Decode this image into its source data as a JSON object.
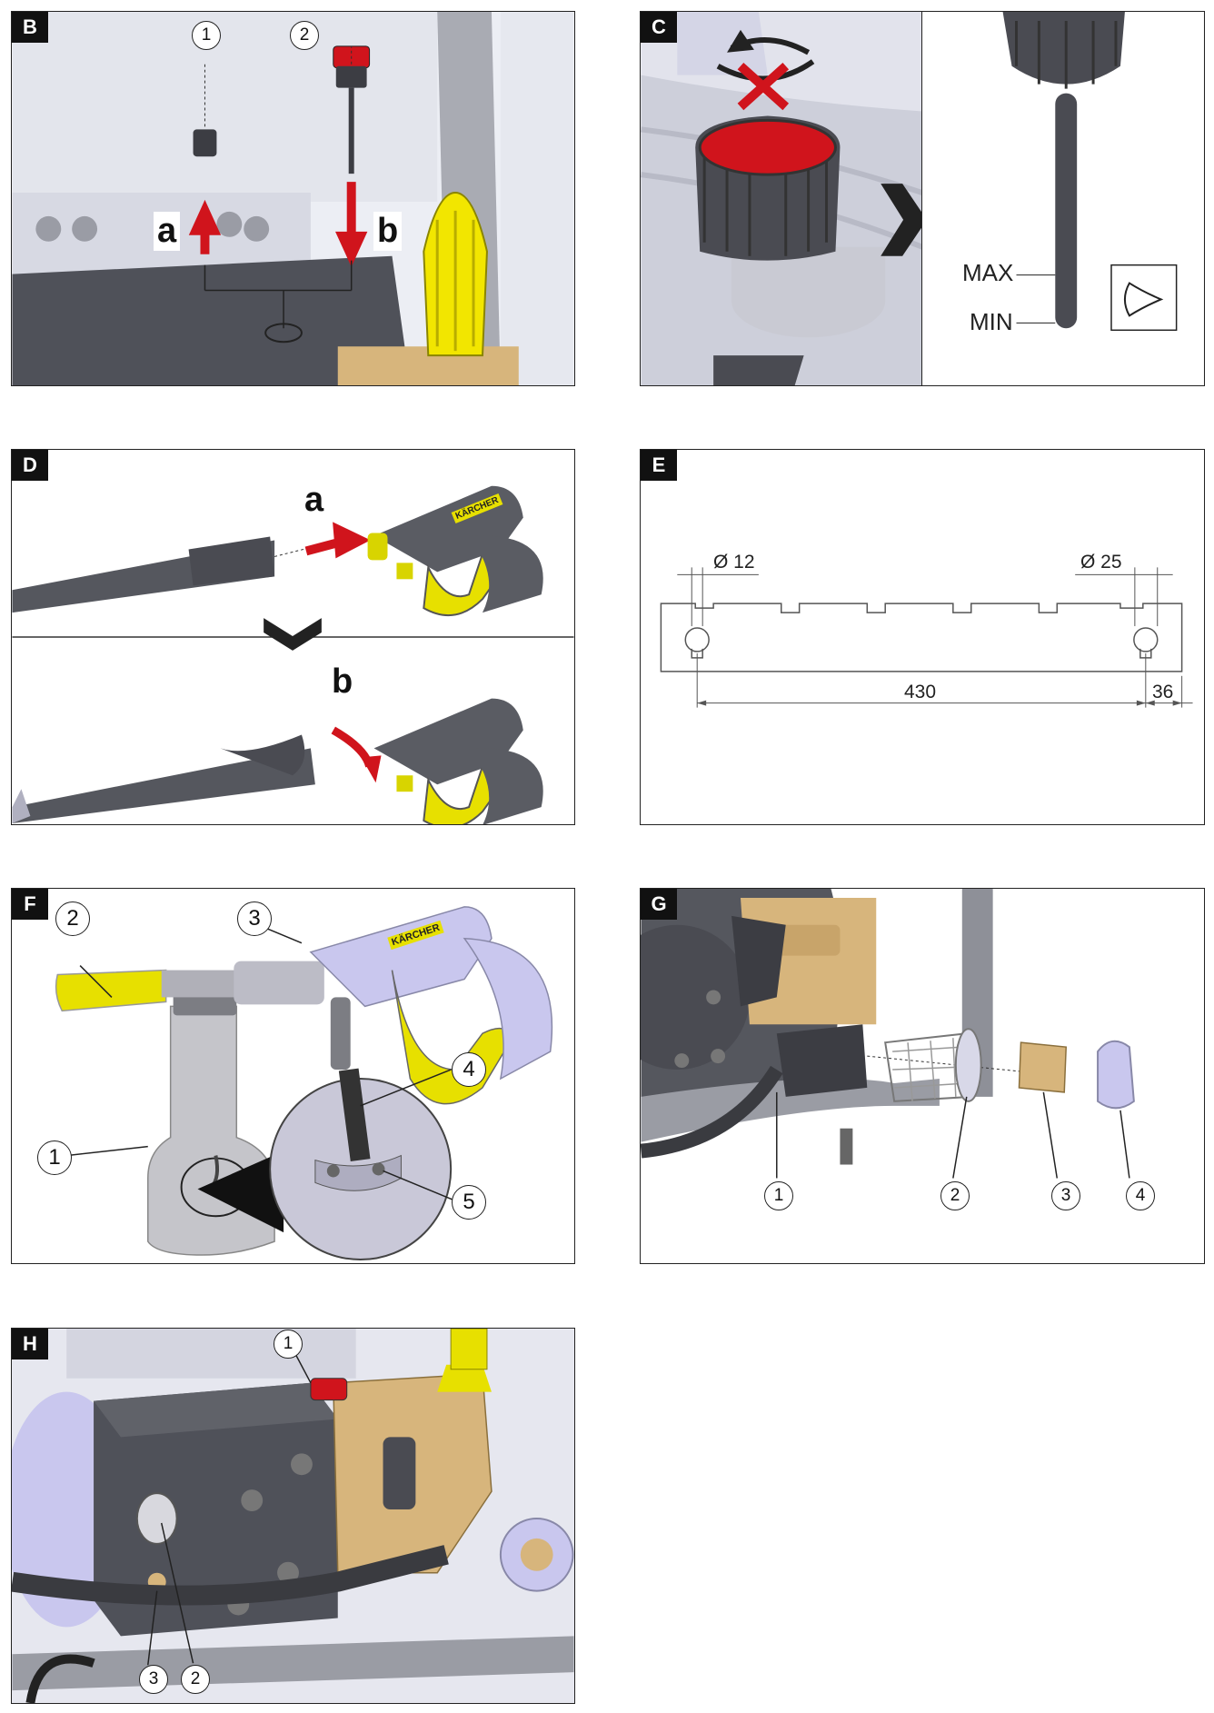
{
  "panels": {
    "b": {
      "tag": "B",
      "callout1": "1",
      "callout2": "2",
      "step_a": "a",
      "step_b": "b"
    },
    "c": {
      "tag": "C",
      "max": "MAX",
      "min": "MIN"
    },
    "d": {
      "tag": "D",
      "step_a": "a",
      "step_b": "b",
      "brand": "KÄRCHER"
    },
    "e": {
      "tag": "E",
      "dia_small": "Ø 12",
      "dia_large": "Ø 25",
      "length": "430",
      "offset": "36"
    },
    "f": {
      "tag": "F",
      "c1": "1",
      "c2": "2",
      "c3": "3",
      "c4": "4",
      "c5": "5",
      "brand": "KÄRCHER"
    },
    "g": {
      "tag": "G",
      "c1": "1",
      "c2": "2",
      "c3": "3",
      "c4": "4"
    },
    "h": {
      "tag": "H",
      "c1": "1",
      "c2": "2",
      "c3": "3"
    }
  },
  "colors": {
    "accent_red": "#d0141c",
    "accent_yellow": "#f2e600",
    "machine_grey": "#5a5c63",
    "brass": "#d7b57c",
    "lavender": "#c9c7ee"
  }
}
